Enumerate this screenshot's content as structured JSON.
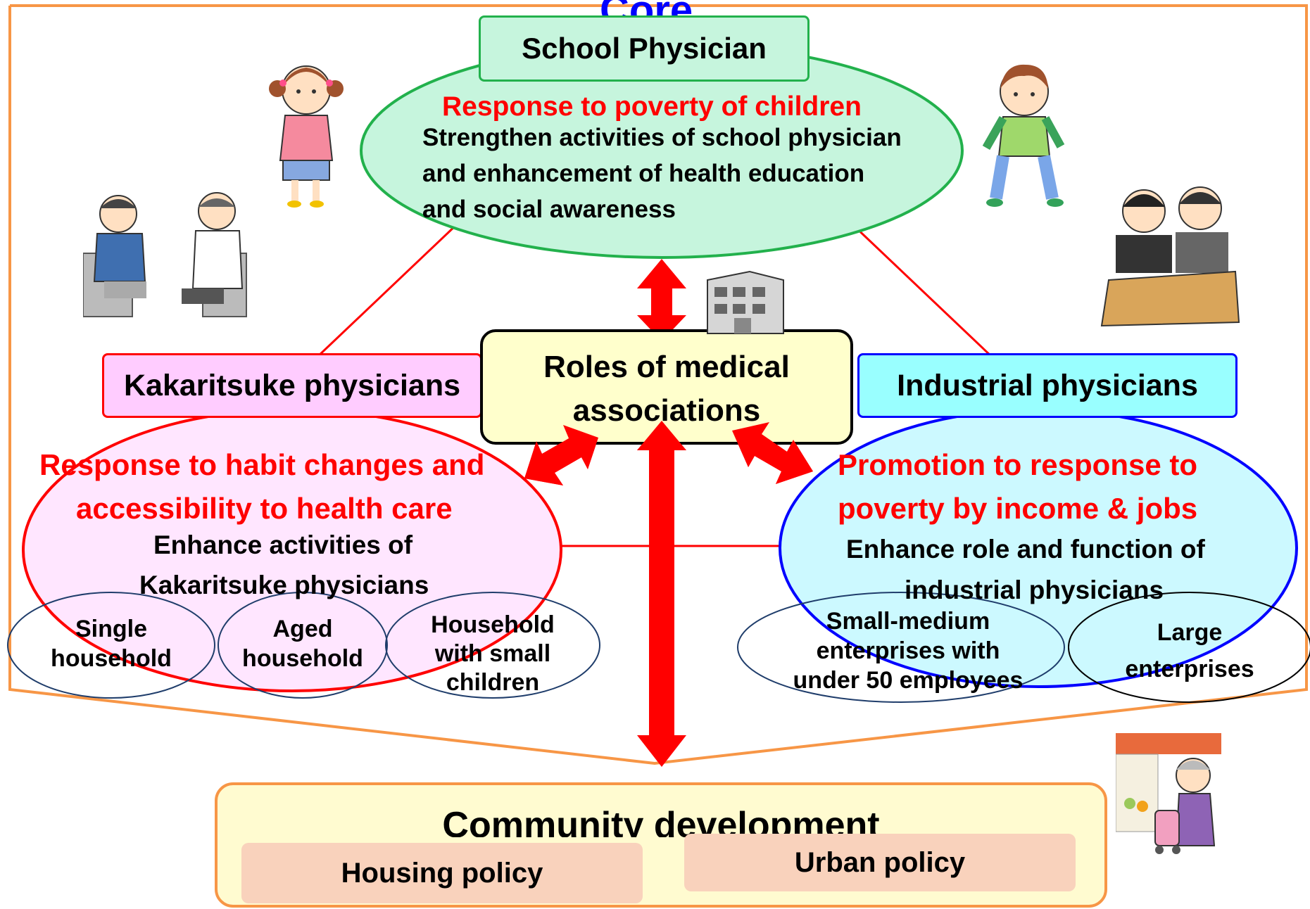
{
  "top_label_partial": "Core",
  "school": {
    "title": "School Physician",
    "heading": "Response to poverty of children",
    "body": [
      "Strengthen activities of school physician",
      "and enhancement of health education",
      "and social awareness"
    ]
  },
  "center": {
    "line1": "Roles of medical",
    "line2": "associations"
  },
  "kakaritsuke": {
    "title": "Kakaritsuke physicians",
    "heading": [
      "Response to habit changes and",
      "accessibility to health care"
    ],
    "body": [
      "Enhance activities of",
      "Kakaritsuke physicians"
    ],
    "groups": [
      {
        "lines": [
          "Single",
          "household"
        ]
      },
      {
        "lines": [
          "Aged",
          "household"
        ]
      },
      {
        "lines": [
          "Household",
          "with small",
          "children"
        ]
      }
    ]
  },
  "industrial": {
    "title": "Industrial physicians",
    "heading": [
      "Promotion to response to",
      "poverty by income & jobs"
    ],
    "body": [
      "Enhance role and function of",
      "industrial physicians"
    ],
    "groups": [
      {
        "lines": [
          "Small-medium",
          "enterprises with",
          "under 50 employees"
        ]
      },
      {
        "lines": [
          "Large",
          "enterprises"
        ]
      }
    ]
  },
  "community": {
    "title": "Community development",
    "policies": [
      "Housing policy",
      "Urban policy"
    ]
  },
  "colors": {
    "frame_orange": "#f79646",
    "arrow_red": "#ff0000",
    "heading_red": "#ff0000",
    "school_fill": "#c6f5dd",
    "school_border": "#22b14c",
    "kakari_fill": "#ffe6ff",
    "kakari_border": "#ff0000",
    "industrial_fill": "#ccf9ff",
    "industrial_border": "#0000ff",
    "center_fill": "#ffffcc",
    "community_fill": "#fffbd0",
    "policy_fill": "#f9d2bc",
    "blue_title": "#0000ff"
  },
  "icons": [
    "girl-icon",
    "boy-icon",
    "doctor-patient-icon",
    "businessmen-icon",
    "building-icon",
    "elderly-shopper-icon"
  ]
}
